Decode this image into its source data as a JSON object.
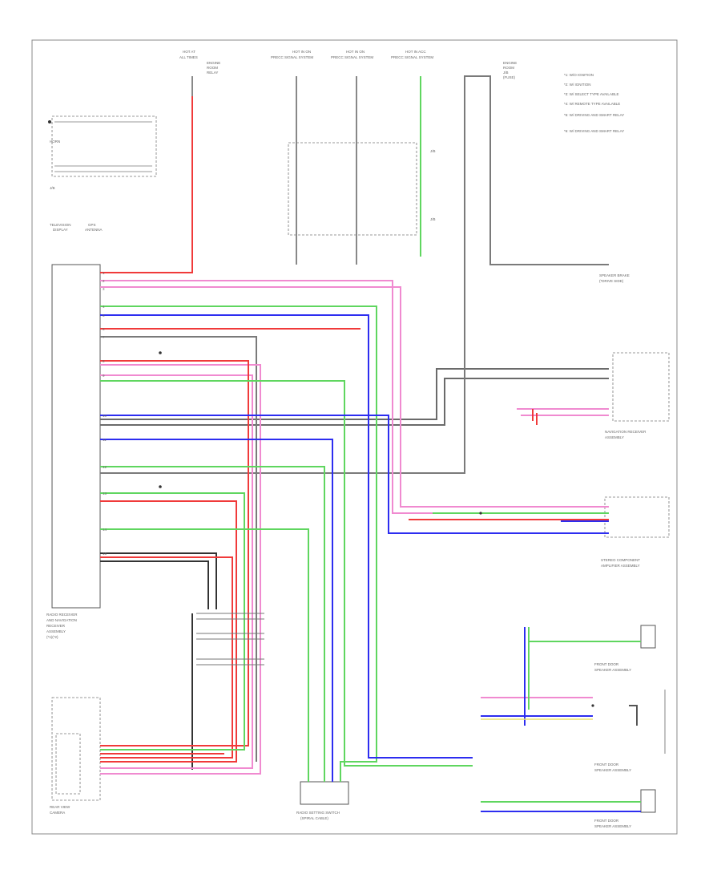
{
  "footer_label": "",
  "legend": [
    "*1: W/O IGNITION",
    "*2: W/ IGNITION",
    "*3: W/ SELECT TYPE AVAILABLE",
    "*4: W/ REMOTE TYPE AVAILABLE",
    "*5: W/ DRIVING AND SMART RELAY",
    "*6: W/ DRIVING AND SMART RELAY"
  ],
  "colors": {
    "pink": "#f08ad0",
    "red": "#f03a3a",
    "green": "#5fd65f",
    "blue": "#2d2df0",
    "gray": "#7a7a7a",
    "black": "#222222"
  }
}
